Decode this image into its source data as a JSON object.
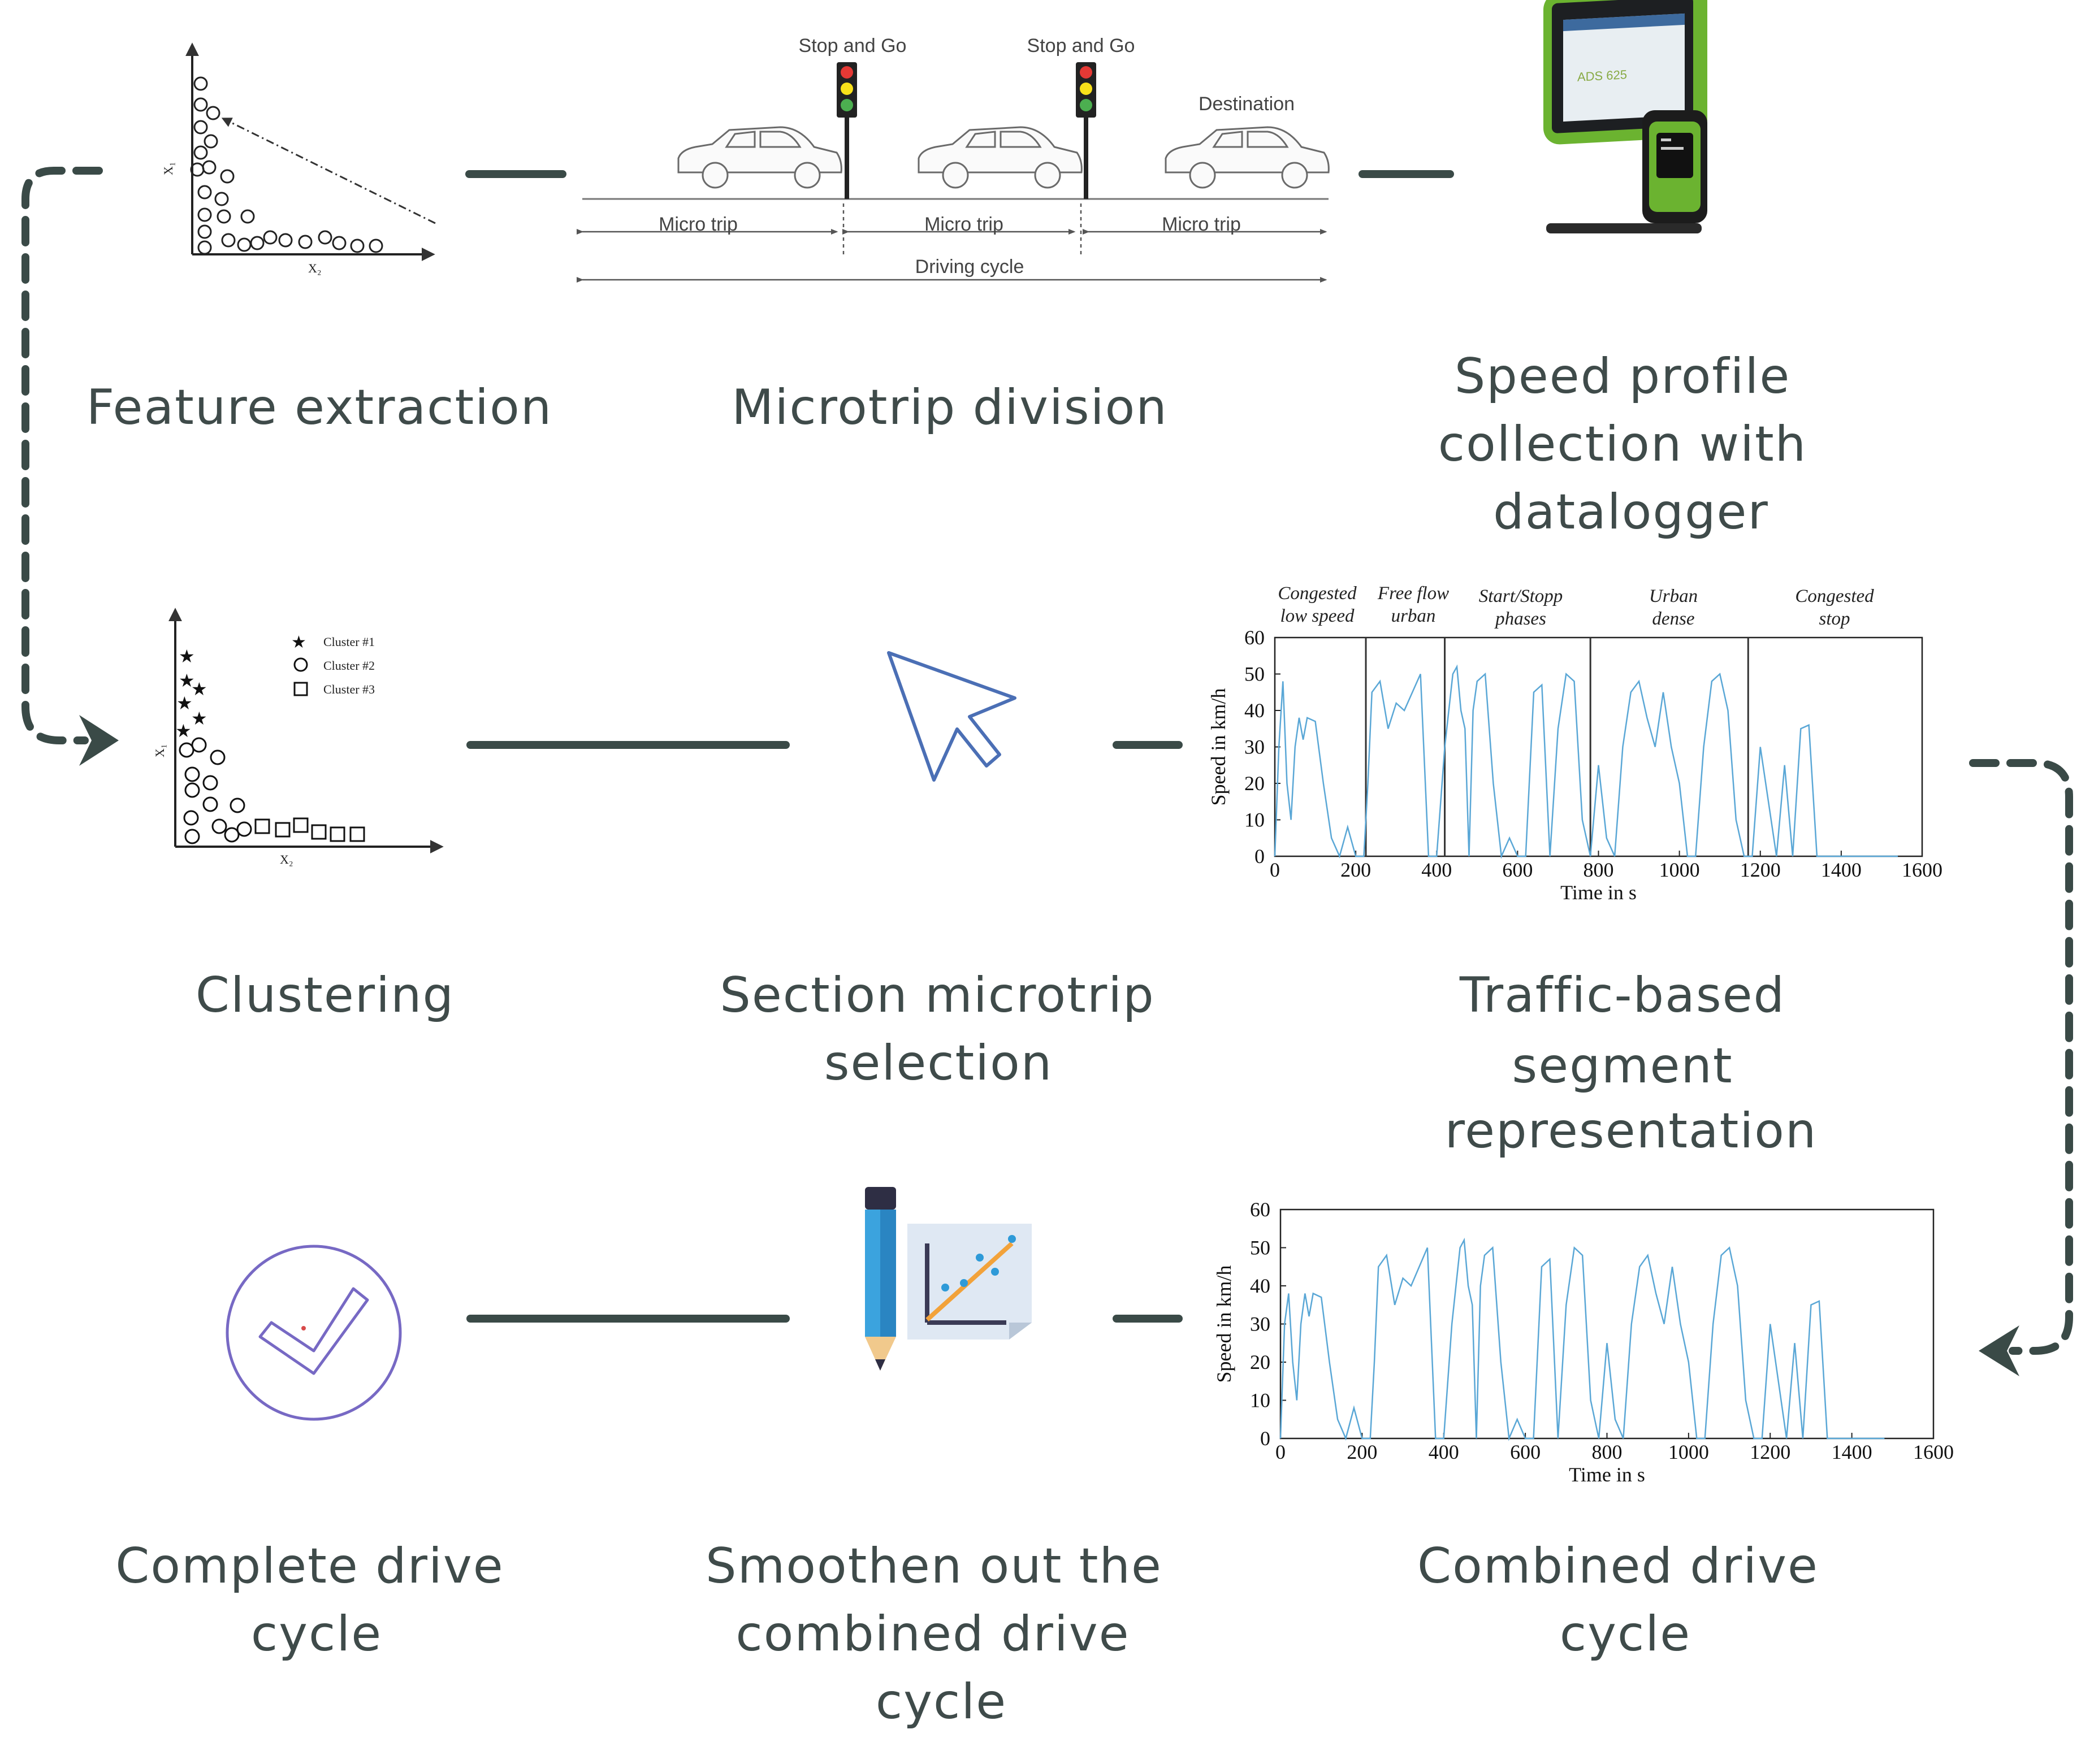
{
  "steps": {
    "feature_extraction": "Feature extraction",
    "microtrip_division": "Microtrip division",
    "speed_profile": [
      "Speed profile",
      "collection with",
      "datalogger"
    ],
    "clustering": "Clustering",
    "section_selection": [
      "Section microtrip",
      "selection"
    ],
    "traffic_segment": [
      "Traffic-based",
      "segment",
      "representation"
    ],
    "complete_cycle": [
      "Complete drive",
      "cycle"
    ],
    "smoothen": [
      "Smoothen out the",
      "combined drive",
      "cycle"
    ],
    "combined_cycle": [
      "Combined drive",
      "cycle"
    ]
  },
  "scatter": {
    "x_label": "X₂",
    "y_label": "X₁"
  },
  "clusters": [
    "Cluster #1",
    "Cluster #2",
    "Cluster #3"
  ],
  "microtrip": {
    "signal_label_1": "Stop and Go",
    "signal_label_2": "Stop and Go",
    "destination": "Destination",
    "trip_labels": [
      "Micro trip",
      "Micro trip",
      "Micro trip"
    ],
    "cycle_label": "Driving cycle"
  },
  "datalogger": {
    "screen_text": "ADS 625"
  },
  "segment_chart": {
    "phases": [
      [
        "Congested",
        "low speed"
      ],
      [
        "Free flow",
        "urban"
      ],
      [
        "Start/Stopp",
        "phases"
      ],
      [
        "Urban",
        "dense"
      ],
      [
        "Congested",
        "stop"
      ]
    ]
  },
  "chart_data": [
    {
      "type": "line",
      "xlabel": "Time in s",
      "ylabel": "Speed in km/h",
      "xlim": [
        0,
        1600
      ],
      "ylim": [
        0,
        60
      ],
      "xticks": [
        0,
        200,
        400,
        600,
        800,
        1000,
        1200,
        1400,
        1600
      ],
      "yticks": [
        0,
        10,
        20,
        30,
        40,
        50,
        60
      ],
      "phase_boundaries": [
        225,
        420,
        780,
        1170
      ],
      "series": [
        {
          "x": [
            0,
            10,
            20,
            30,
            40,
            50,
            60,
            70,
            80,
            100,
            120,
            140,
            160,
            180,
            200,
            220,
            230,
            240,
            260,
            280,
            300,
            320,
            340,
            360,
            380,
            400,
            420,
            440,
            450,
            460,
            470,
            480,
            490,
            500,
            520,
            540,
            560,
            580,
            600,
            620,
            640,
            660,
            680,
            700,
            720,
            740,
            760,
            780,
            800,
            820,
            840,
            860,
            880,
            900,
            920,
            940,
            960,
            980,
            1000,
            1020,
            1040,
            1060,
            1080,
            1100,
            1120,
            1140,
            1160,
            1180,
            1200,
            1220,
            1240,
            1260,
            1280,
            1300,
            1320,
            1340,
            1360,
            1380,
            1400,
            1420,
            1440,
            1460,
            1480,
            1500,
            1520,
            1540
          ],
          "y": [
            0,
            30,
            48,
            20,
            10,
            30,
            38,
            32,
            38,
            37,
            20,
            5,
            0,
            8,
            0,
            0,
            20,
            45,
            48,
            35,
            42,
            40,
            45,
            50,
            0,
            0,
            30,
            50,
            52,
            40,
            35,
            0,
            40,
            48,
            50,
            20,
            0,
            5,
            0,
            0,
            45,
            47,
            0,
            35,
            50,
            48,
            10,
            0,
            25,
            5,
            0,
            30,
            45,
            48,
            38,
            30,
            45,
            30,
            20,
            0,
            0,
            30,
            48,
            50,
            40,
            10,
            0,
            0,
            30,
            15,
            0,
            25,
            0,
            35,
            36,
            0,
            0,
            0,
            0,
            0,
            0,
            0,
            0,
            0,
            0,
            0
          ]
        }
      ]
    },
    {
      "type": "line",
      "xlabel": "Time in s",
      "ylabel": "Speed in km/h",
      "xlim": [
        0,
        1600
      ],
      "ylim": [
        0,
        60
      ],
      "xticks": [
        0,
        200,
        400,
        600,
        800,
        1000,
        1200,
        1400,
        1600
      ],
      "yticks": [
        0,
        10,
        20,
        30,
        40,
        50,
        60
      ],
      "series": [
        {
          "x": [
            0,
            10,
            20,
            30,
            40,
            50,
            60,
            70,
            80,
            100,
            120,
            140,
            160,
            180,
            200,
            220,
            230,
            240,
            260,
            280,
            300,
            320,
            340,
            360,
            380,
            400,
            420,
            440,
            450,
            460,
            470,
            480,
            490,
            500,
            520,
            540,
            560,
            580,
            600,
            620,
            640,
            660,
            680,
            700,
            720,
            740,
            760,
            780,
            800,
            820,
            840,
            860,
            880,
            900,
            920,
            940,
            960,
            980,
            1000,
            1020,
            1040,
            1060,
            1080,
            1100,
            1120,
            1140,
            1160,
            1180,
            1200,
            1220,
            1240,
            1260,
            1280,
            1300,
            1320,
            1340,
            1360,
            1380,
            1400,
            1420,
            1440,
            1460,
            1480
          ],
          "y": [
            0,
            30,
            38,
            20,
            10,
            30,
            38,
            32,
            38,
            37,
            20,
            5,
            0,
            8,
            0,
            0,
            20,
            45,
            48,
            35,
            42,
            40,
            45,
            50,
            0,
            0,
            30,
            50,
            52,
            40,
            35,
            0,
            40,
            48,
            50,
            20,
            0,
            5,
            0,
            0,
            45,
            47,
            0,
            35,
            50,
            48,
            10,
            0,
            25,
            5,
            0,
            30,
            45,
            48,
            38,
            30,
            45,
            30,
            20,
            0,
            0,
            30,
            48,
            50,
            40,
            10,
            0,
            0,
            30,
            15,
            0,
            25,
            0,
            35,
            36,
            0,
            0,
            0,
            0,
            0,
            0,
            0,
            0
          ]
        }
      ]
    }
  ]
}
